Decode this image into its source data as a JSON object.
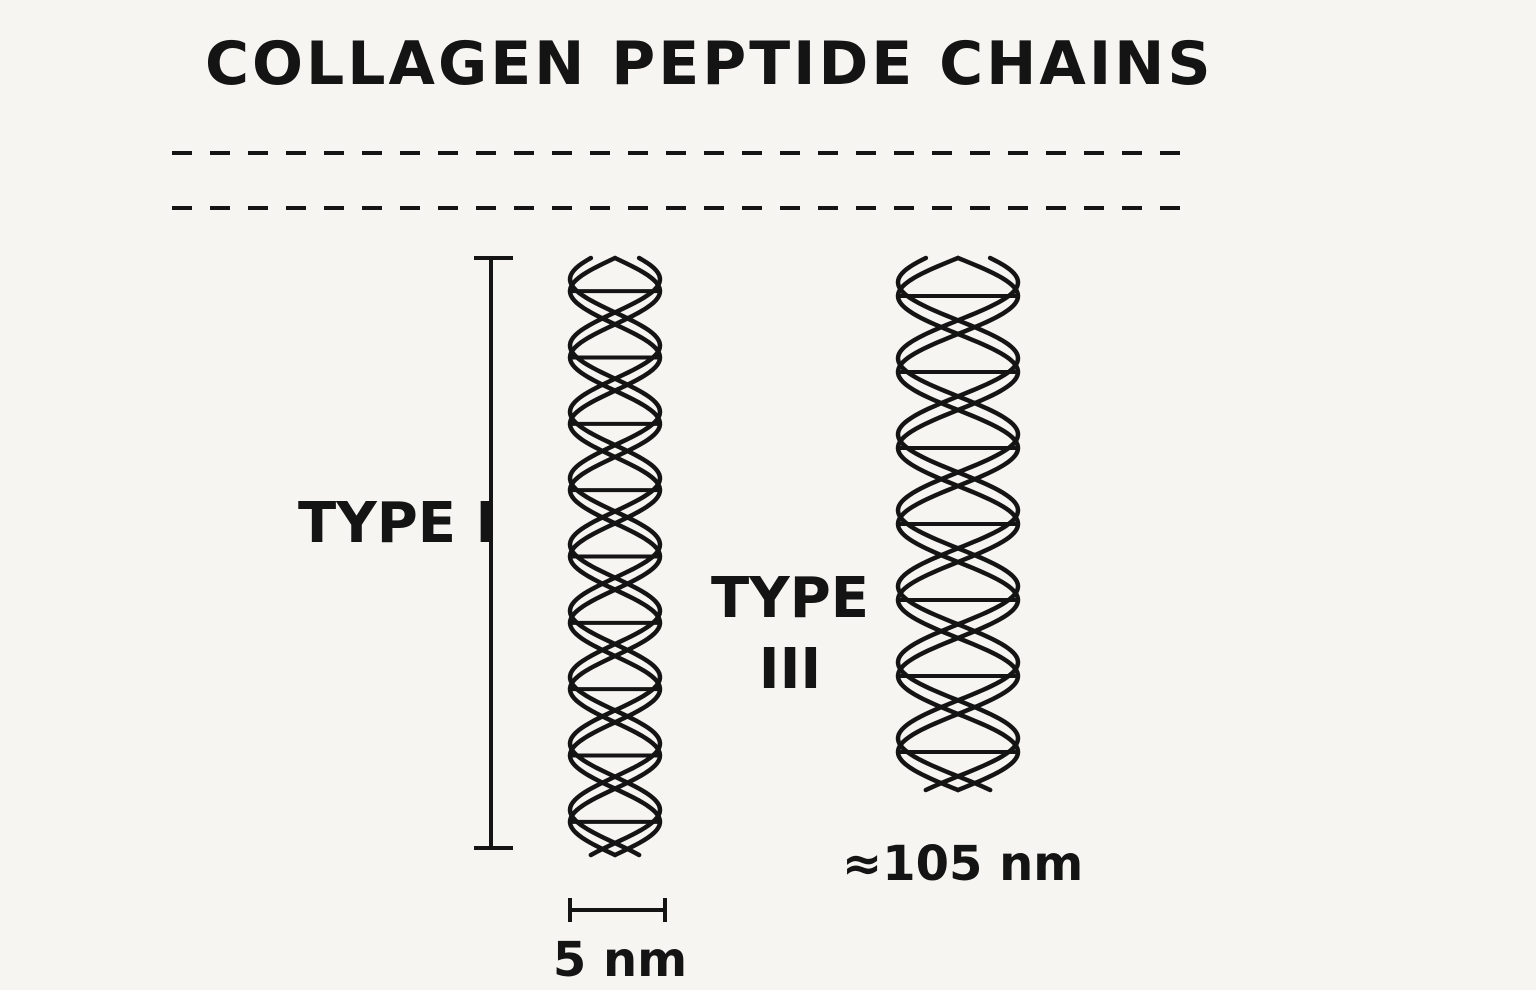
{
  "title": "COLLAGEN PEPTIDE CHAINS",
  "labels": {
    "type_one": "TYPE I",
    "type_three_line1": "TYPE",
    "type_three_line2": "III"
  },
  "measurements": {
    "width": "5 nm",
    "length": "≈105 nm"
  },
  "colors": {
    "background": "#f7f5f2",
    "ink": "#141414"
  }
}
